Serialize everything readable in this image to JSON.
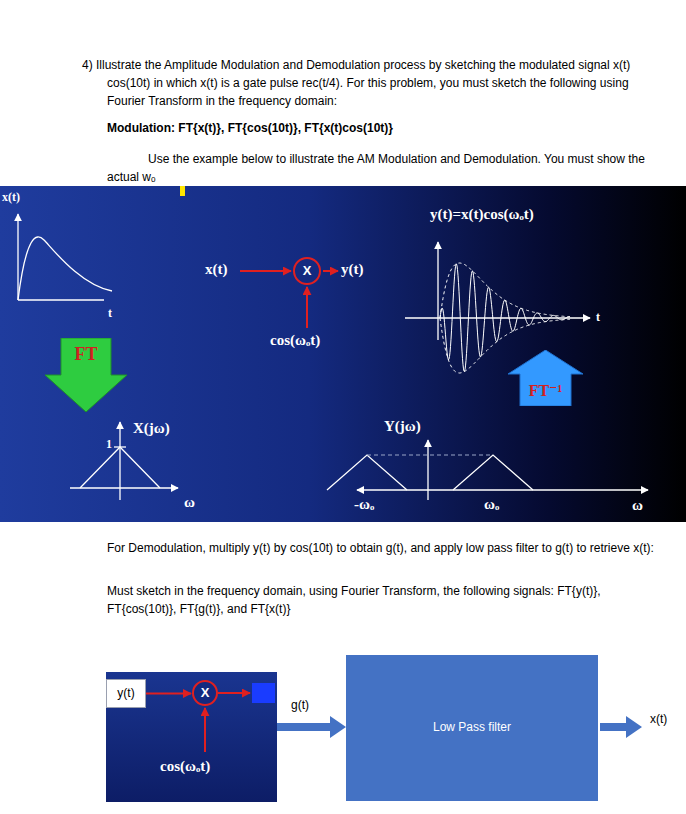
{
  "diagram": {
    "nodes": [
      {
        "text": [
          "X"
        ]
      },
      {
        "text": [
          "FT"
        ]
      },
      {
        "text": [
          "FT⁻¹"
        ]
      },
      {
        "text": [
          "y(t)"
        ]
      },
      {
        "text": [
          "X"
        ]
      },
      {
        "text": [
          "Low Pass filter"
        ]
      }
    ],
    "edges": [
      {
        "from": 3,
        "to": 4,
        "arrow": "to"
      },
      {
        "from": 4,
        "to": 5,
        "arrow": "to",
        "label": "g(t)"
      }
    ],
    "labels": [
      "4) Illustrate the Amplitude Modulation and Demodulation process by sketching the modulated signal x(t) cos(10t) in which x(t) is a gate pulse rec(t/4). For this problem, you must sketch the following using Fourier Transform in the frequency domain:",
      "Modulation: FT{x(t)}, FT{cos(10t)}, FT{x(t)cos(10t)}",
      "Use the example below to illustrate the AM Modulation and Demodulation. You must show the actual wₒ",
      "x(t)",
      "t",
      "x(t)",
      "y(t)",
      "cos(ωₒt)",
      "X(jω)",
      "1",
      "ω",
      "y(t)=x(t)cos(ωₒt)",
      "t",
      "Y(jω)",
      "-ωₒ",
      "ωₒ",
      "ω",
      "For Demodulation, multiply y(t) by cos(10t) to obtain g(t), and apply low pass filter to g(t) to retrieve x(t):",
      "Must sketch in the frequency domain, using Fourier Transform, the following signals: FT{y(t)}, FT{cos(10t)}, FT{g(t)}, and FT{x(t)}",
      "cos(ωₒt)",
      "x(t)"
    ]
  }
}
